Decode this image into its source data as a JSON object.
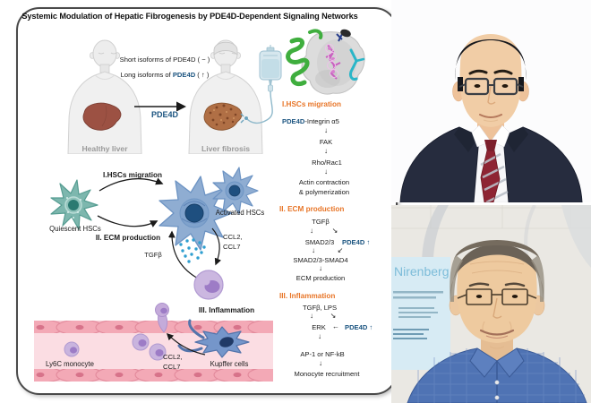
{
  "figure": {
    "title": "Systemic Modulation of Hepatic Fibrogenesis by PDE4D-Dependent Signaling Networks",
    "colors": {
      "pde4d_blue": "#1b5480",
      "section_orange": "#e87527",
      "label_gray": "#9a9a9a",
      "text_dark": "#1a1a1a",
      "border_gray": "#4a4a4a"
    },
    "glyphs": {
      "down": "↓",
      "se": "↘",
      "sw": "↙",
      "left": "←",
      "up": "↑"
    },
    "top_panel": {
      "short_isoforms": "Short isoforms of PDE4D ( − )",
      "long_isoforms_prefix": "Long isoforms of ",
      "long_isoforms_gene": "PDE4D",
      "long_isoforms_suffix": " ( ↑ )",
      "arrow_label": "PDE4D",
      "healthy_label": "Healthy liver",
      "fibrosis_label": "Liver fibrosis"
    },
    "cells_panel": {
      "migration_label": "I.HSCs migration",
      "quiescent_label": "Quiescent HSCs",
      "activated_label": "Activated HSCs",
      "ecm_label": "II. ECM production",
      "tgfb_label": "TGFβ",
      "ccl_line1": "CCL2,",
      "ccl_line2": "CCL7"
    },
    "vessel_panel": {
      "inflammation_label": "III. Inflammation",
      "ly6c_label": "Ly6C monocyte",
      "ccl_line1": "CCL2,",
      "ccl_line2": "CCL7",
      "kupffer_label": "Kupffer cells"
    },
    "pathway_migration": {
      "header": "I.HSCs migration",
      "step1_gene": "PDE4D",
      "step1_rest": "-Integrin α5",
      "step2": "FAK",
      "step3": "Rho/Rac1",
      "step4_line1": "Actin contraction",
      "step4_line2": "& polymerization"
    },
    "pathway_ecm": {
      "header": "II. ECM production",
      "step1": "TGFβ",
      "step2": "SMAD2/3",
      "step2_gene": "PDE4D",
      "step2_up": "↑",
      "step3": "SMAD2/3-SMAD4",
      "step4": "ECM production"
    },
    "pathway_inflammation": {
      "header": "III. Inflammation",
      "step1": "TGFβ, LPS",
      "step2": "ERK",
      "step2_arrow": "←",
      "step2_gene": "PDE4D",
      "step2_up": "↑",
      "step3": "AP-1 or NF-kB",
      "step4": "Monocyte recruitment"
    }
  },
  "photos": {
    "bottom": {
      "poster_text": "Nirenberg"
    }
  }
}
